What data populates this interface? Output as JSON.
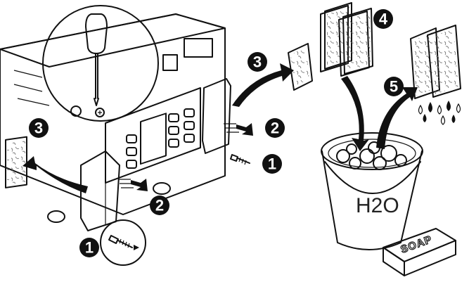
{
  "labels": {
    "h2o": "H2O",
    "soap": "SOAP"
  },
  "steps": [
    {
      "num": "1"
    },
    {
      "num": "1"
    },
    {
      "num": "2"
    },
    {
      "num": "2"
    },
    {
      "num": "3"
    },
    {
      "num": "3"
    },
    {
      "num": "4"
    },
    {
      "num": "5"
    }
  ],
  "colors": {
    "panel_gray": "#c8c8c8",
    "filter_gray": "#bdbdbd",
    "water_gray": "#bfbfbf",
    "ink": "#111111"
  }
}
